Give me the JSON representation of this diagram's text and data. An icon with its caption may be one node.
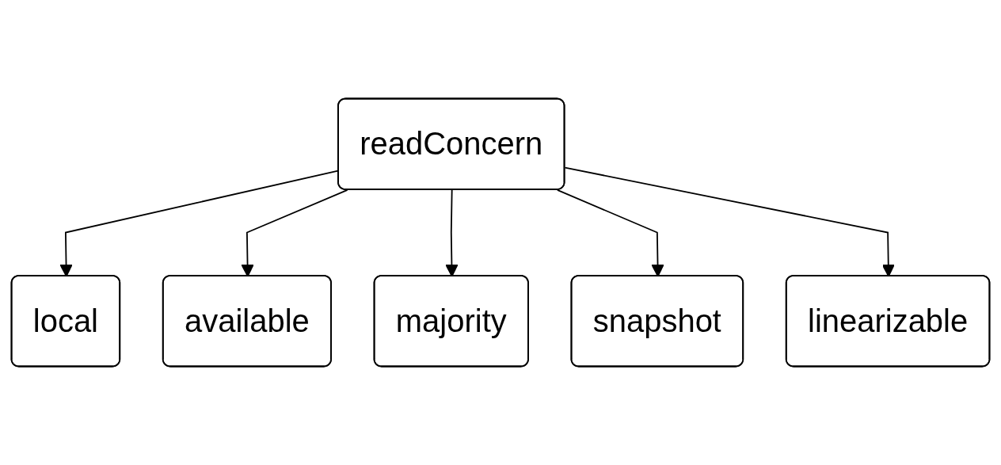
{
  "diagram": {
    "nodes": [
      {
        "text": [
          "readConcern"
        ]
      },
      {
        "text": [
          "local"
        ]
      },
      {
        "text": [
          "majority"
        ]
      },
      {
        "text": [
          "linearizable"
        ]
      },
      {
        "text": [
          "available"
        ]
      },
      {
        "text": [
          "snapshot"
        ]
      }
    ],
    "edges": [
      {
        "from": 0,
        "to": 1,
        "arrow": "to"
      },
      {
        "from": 0,
        "to": 4,
        "arrow": "to"
      },
      {
        "from": 0,
        "to": 2,
        "arrow": "to"
      },
      {
        "from": 0,
        "to": 5,
        "arrow": "to"
      },
      {
        "from": 0,
        "to": 3,
        "arrow": "to"
      }
    ]
  }
}
